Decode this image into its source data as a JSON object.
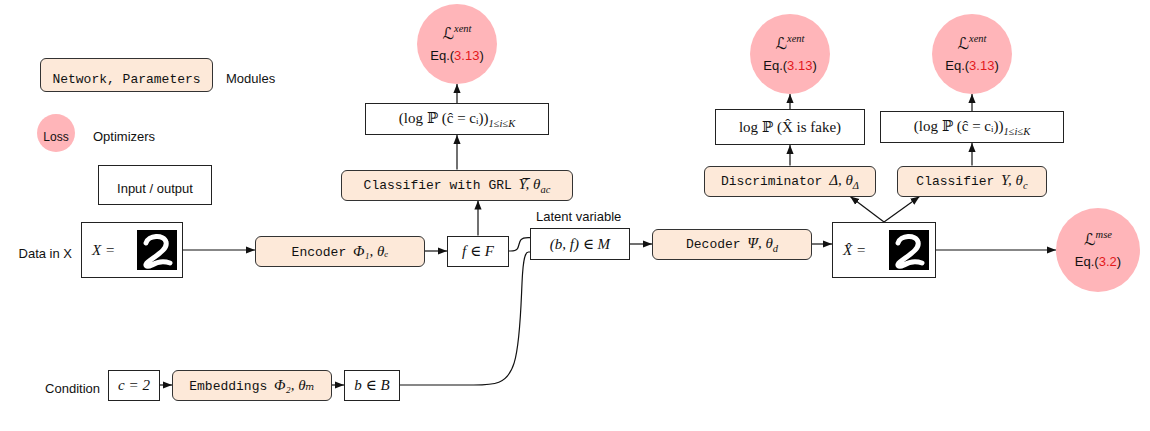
{
  "diagram": {
    "nodes": [
      {
        "text": [
          "X ="
        ]
      },
      {
        "text": [
          "Encoder",
          "Φ₁, θₑ"
        ]
      },
      {
        "text": [
          "f ∈ F"
        ]
      },
      {
        "text": [
          "c = 2"
        ]
      },
      {
        "text": [
          "Embeddings",
          "Φ₂, θₘ"
        ]
      },
      {
        "text": [
          "b ∈ B"
        ]
      },
      {
        "text": [
          "Latent variable",
          "(b, f) ∈ M"
        ]
      },
      {
        "text": [
          "Decoder",
          "Ψ, θ",
          "d"
        ]
      },
      {
        "text": [
          "X̂ ="
        ]
      },
      {
        "text": [
          "ℒ",
          "mse",
          "Eq.(",
          "3.2",
          ")"
        ]
      },
      {
        "text": [
          "Classifier with GRL",
          "Υ̅, θ",
          "ac"
        ]
      },
      {
        "text": [
          "(log ℙ (ĉ = cᵢ))",
          "1≤i≤K"
        ]
      },
      {
        "text": [
          "ℒ",
          "xent",
          "Eq.(",
          "3.13",
          ")"
        ]
      },
      {
        "text": [
          "Discriminator",
          "Δ, θ",
          "Δ"
        ]
      },
      {
        "text": [
          "log ℙ (X̂ is fake)"
        ]
      },
      {
        "text": [
          "ℒ",
          "xent",
          "Eq.(",
          "3.13",
          ")"
        ]
      },
      {
        "text": [
          "Classifier",
          "Υ, θ",
          "c"
        ]
      },
      {
        "text": [
          "(log ℙ (ĉ = cᵢ))",
          "1≤i≤K"
        ]
      },
      {
        "text": [
          "ℒ",
          "xent",
          "Eq.(",
          "3.13",
          ")"
        ]
      }
    ],
    "edges": [
      {
        "from": 0,
        "to": 1,
        "arrow": "to"
      },
      {
        "from": 1,
        "to": 2,
        "arrow": "to"
      },
      {
        "from": 3,
        "to": 4,
        "arrow": "to"
      },
      {
        "from": 4,
        "to": 5,
        "arrow": "to"
      },
      {
        "from": 2,
        "to": 6,
        "arrow": "none"
      },
      {
        "from": 5,
        "to": 6,
        "arrow": "none"
      },
      {
        "from": 6,
        "to": 7,
        "arrow": "to"
      },
      {
        "from": 7,
        "to": 8,
        "arrow": "to"
      },
      {
        "from": 8,
        "to": 9,
        "arrow": "to"
      },
      {
        "from": 2,
        "to": 10,
        "arrow": "to"
      },
      {
        "from": 10,
        "to": 11,
        "arrow": "to"
      },
      {
        "from": 11,
        "to": 12,
        "arrow": "to"
      },
      {
        "from": 8,
        "to": 13,
        "arrow": "to"
      },
      {
        "from": 13,
        "to": 14,
        "arrow": "to"
      },
      {
        "from": 14,
        "to": 15,
        "arrow": "to"
      },
      {
        "from": 8,
        "to": 16,
        "arrow": "to"
      },
      {
        "from": 16,
        "to": 17,
        "arrow": "to"
      },
      {
        "from": 17,
        "to": 18,
        "arrow": "to"
      }
    ],
    "labels": [
      "Network, Parameters",
      "Loss",
      "Data in X",
      "Condition"
    ],
    "legend": [
      {
        "text": "Modules",
        "color": "#fde9d9"
      },
      {
        "text": "Optimizers",
        "color": "#ffb5b9"
      },
      {
        "text": "Input / output"
      }
    ]
  }
}
